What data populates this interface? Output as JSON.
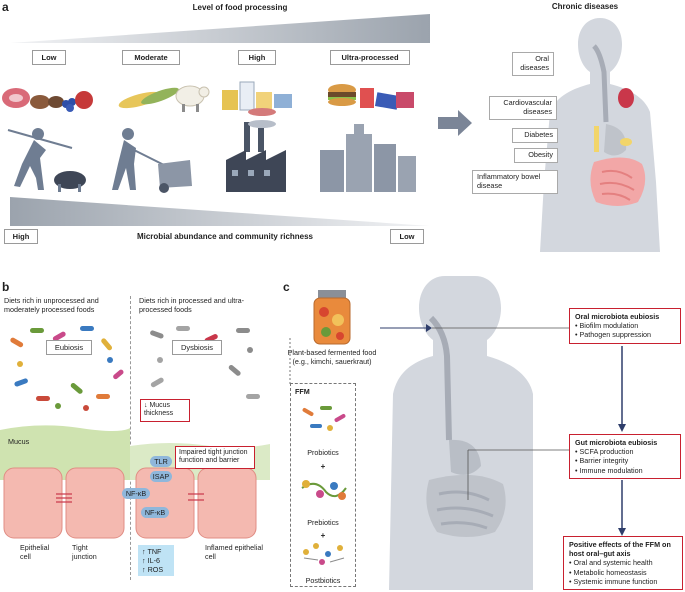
{
  "panel_a": {
    "letter": "a",
    "top_label": "Level of food processing",
    "levels": [
      "Low",
      "Moderate",
      "High",
      "Ultra-processed"
    ],
    "bottom_label": "Microbial abundance and community richness",
    "bottom_left": "High",
    "bottom_right": "Low",
    "chronic_title": "Chronic diseases",
    "diseases": [
      "Oral diseases",
      "Cardiovascular diseases",
      "Diabetes",
      "Obesity",
      "Inflammatory bowel disease"
    ]
  },
  "panel_b": {
    "letter": "b",
    "left_heading": "Diets rich in unprocessed and moderately processed foods",
    "right_heading": "Diets rich in processed and ultra-processed foods",
    "eubiosis": "Eubiosis",
    "dysbiosis": "Dysbiosis",
    "mucus": "Mucus",
    "mucus_thickness": "↓ Mucus thickness",
    "impaired": "Impaired tight junction function and barrier",
    "tlr": "TLR",
    "isap": "ISAP",
    "nfkb1": "NF-κB",
    "nfkb2": "NF-κB",
    "cytokines": [
      "↑ TNF",
      "↑ IL-6",
      "↑ ROS"
    ],
    "epithelial_cell": "Epithelial cell",
    "tight_junction": "Tight junction",
    "inflamed_cell": "Inflamed epithelial cell"
  },
  "panel_c": {
    "letter": "c",
    "jar_label": "Plant-based fermented food (e.g., kimchi, sauerkraut)",
    "ffm_title": "FFM",
    "ffm_items": [
      "Probiotics",
      "Prebiotics",
      "Postbiotics"
    ],
    "plus": "+",
    "oral_box": {
      "title": "Oral microbiota eubiosis",
      "items": [
        "• Biofilm modulation",
        "• Pathogen suppression"
      ]
    },
    "gut_box": {
      "title": "Gut microbiota eubiosis",
      "items": [
        "• SCFA production",
        "• Barrier integrity",
        "• Immune modulation"
      ]
    },
    "effects_box": {
      "title": "Positive effects of the FFM on host oral–gut axis",
      "items": [
        "• Oral and systemic health",
        "• Metabolic homeostasis",
        "• Systemic immune function"
      ]
    }
  },
  "colors": {
    "accent_red": "#c8202f",
    "navy": "#2f3e6b",
    "silhouette": "#c9ced6",
    "mucus_green": "#cfe3b0",
    "cell_pink": "#f4b9b0",
    "cytokine_blue": "#bfe3f5",
    "receptor_blue": "#8fb7db"
  }
}
